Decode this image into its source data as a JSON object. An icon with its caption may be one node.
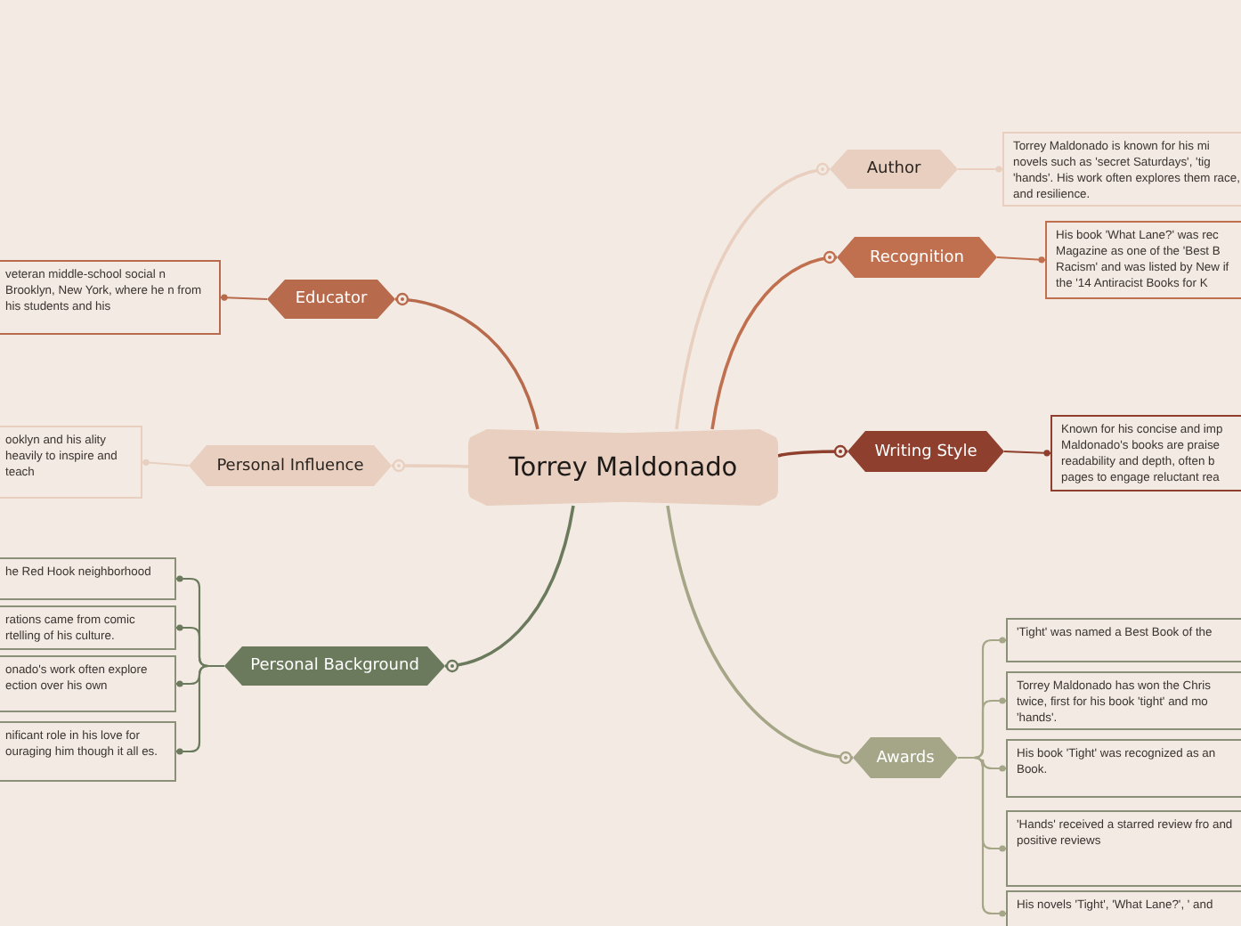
{
  "diagram": {
    "nodes": [
      {
        "text": [
          "Torrey Maldonado"
        ]
      },
      {
        "text": [
          "Author"
        ]
      },
      {
        "text": [
          "Torrey Maldonado is known for his mi novels such as 'secret Saturdays', 'tig 'hands'. His work often explores them race, and resilience."
        ]
      },
      {
        "text": [
          "Recognition"
        ]
      },
      {
        "text": [
          "His book 'What Lane?' was rec Magazine as one of the 'Best B Racism' and was listed by New if the '14 Antiracist Books for K"
        ]
      },
      {
        "text": [
          "Educator"
        ]
      },
      {
        "text": [
          "veteran middle-school social n Brooklyn, New York, where he n from his students and his"
        ]
      },
      {
        "text": [
          "Writing Style"
        ]
      },
      {
        "text": [
          "Known for his concise and imp Maldonado's books are praise readability and depth, often b pages to engage reluctant rea"
        ]
      },
      {
        "text": [
          "Personal Influence"
        ]
      },
      {
        "text": [
          "ooklyn and his ality heavily to inspire and teach"
        ]
      },
      {
        "text": [
          "Personal Background"
        ]
      },
      {
        "text": [
          "he Red Hook neighborhood"
        ]
      },
      {
        "text": [
          "rations came from comic rtelling of his culture."
        ]
      },
      {
        "text": [
          "onado's work often explore ection over his own"
        ]
      },
      {
        "text": [
          "nificant role in his love for ouraging him though it all es."
        ]
      },
      {
        "text": [
          "Awards"
        ]
      },
      {
        "text": [
          "'Tight' was named a Best Book of the"
        ]
      },
      {
        "text": [
          "Torrey Maldonado has won the Chris twice, first for his book 'tight' and mo 'hands'."
        ]
      },
      {
        "text": [
          "His book 'Tight' was recognized as an Book."
        ]
      },
      {
        "text": [
          "'Hands' received a starred review fro and positive reviews"
        ]
      },
      {
        "text": [
          "His novels 'Tight', 'What Lane?', ' and"
        ]
      }
    ],
    "edges": [
      {
        "from": 0,
        "to": 1,
        "arrow": "other",
        "color": "#e8cfbf"
      },
      {
        "from": 1,
        "to": 2,
        "arrow": "other",
        "color": "#e8cfbf"
      },
      {
        "from": 0,
        "to": 3,
        "arrow": "other",
        "color": "#c0704f"
      },
      {
        "from": 3,
        "to": 4,
        "arrow": "other",
        "color": "#c0704f"
      },
      {
        "from": 0,
        "to": 5,
        "arrow": "other",
        "color": "#b86a4c"
      },
      {
        "from": 5,
        "to": 6,
        "arrow": "other",
        "color": "#b86a4c"
      },
      {
        "from": 0,
        "to": 7,
        "arrow": "other",
        "color": "#8e3f2e"
      },
      {
        "from": 7,
        "to": 8,
        "arrow": "other",
        "color": "#8e3f2e"
      },
      {
        "from": 0,
        "to": 9,
        "arrow": "other",
        "color": "#e8cfbf"
      },
      {
        "from": 9,
        "to": 10,
        "arrow": "other",
        "color": "#e8cfbf"
      },
      {
        "from": 0,
        "to": 11,
        "arrow": "other",
        "color": "#6b7a5c"
      },
      {
        "from": 11,
        "to": 12,
        "arrow": "other",
        "color": "#6b7a5c"
      },
      {
        "from": 11,
        "to": 13,
        "arrow": "other",
        "color": "#6b7a5c"
      },
      {
        "from": 11,
        "to": 14,
        "arrow": "other",
        "color": "#6b7a5c"
      },
      {
        "from": 11,
        "to": 15,
        "arrow": "other",
        "color": "#6b7a5c"
      },
      {
        "from": 0,
        "to": 16,
        "arrow": "other",
        "color": "#a5a587"
      },
      {
        "from": 16,
        "to": 17,
        "arrow": "other",
        "color": "#a5a587"
      },
      {
        "from": 16,
        "to": 18,
        "arrow": "other",
        "color": "#a5a587"
      },
      {
        "from": 16,
        "to": 19,
        "arrow": "other",
        "color": "#a5a587"
      },
      {
        "from": 16,
        "to": 20,
        "arrow": "other",
        "color": "#a5a587"
      },
      {
        "from": 16,
        "to": 21,
        "arrow": "other",
        "color": "#a5a587"
      }
    ]
  }
}
